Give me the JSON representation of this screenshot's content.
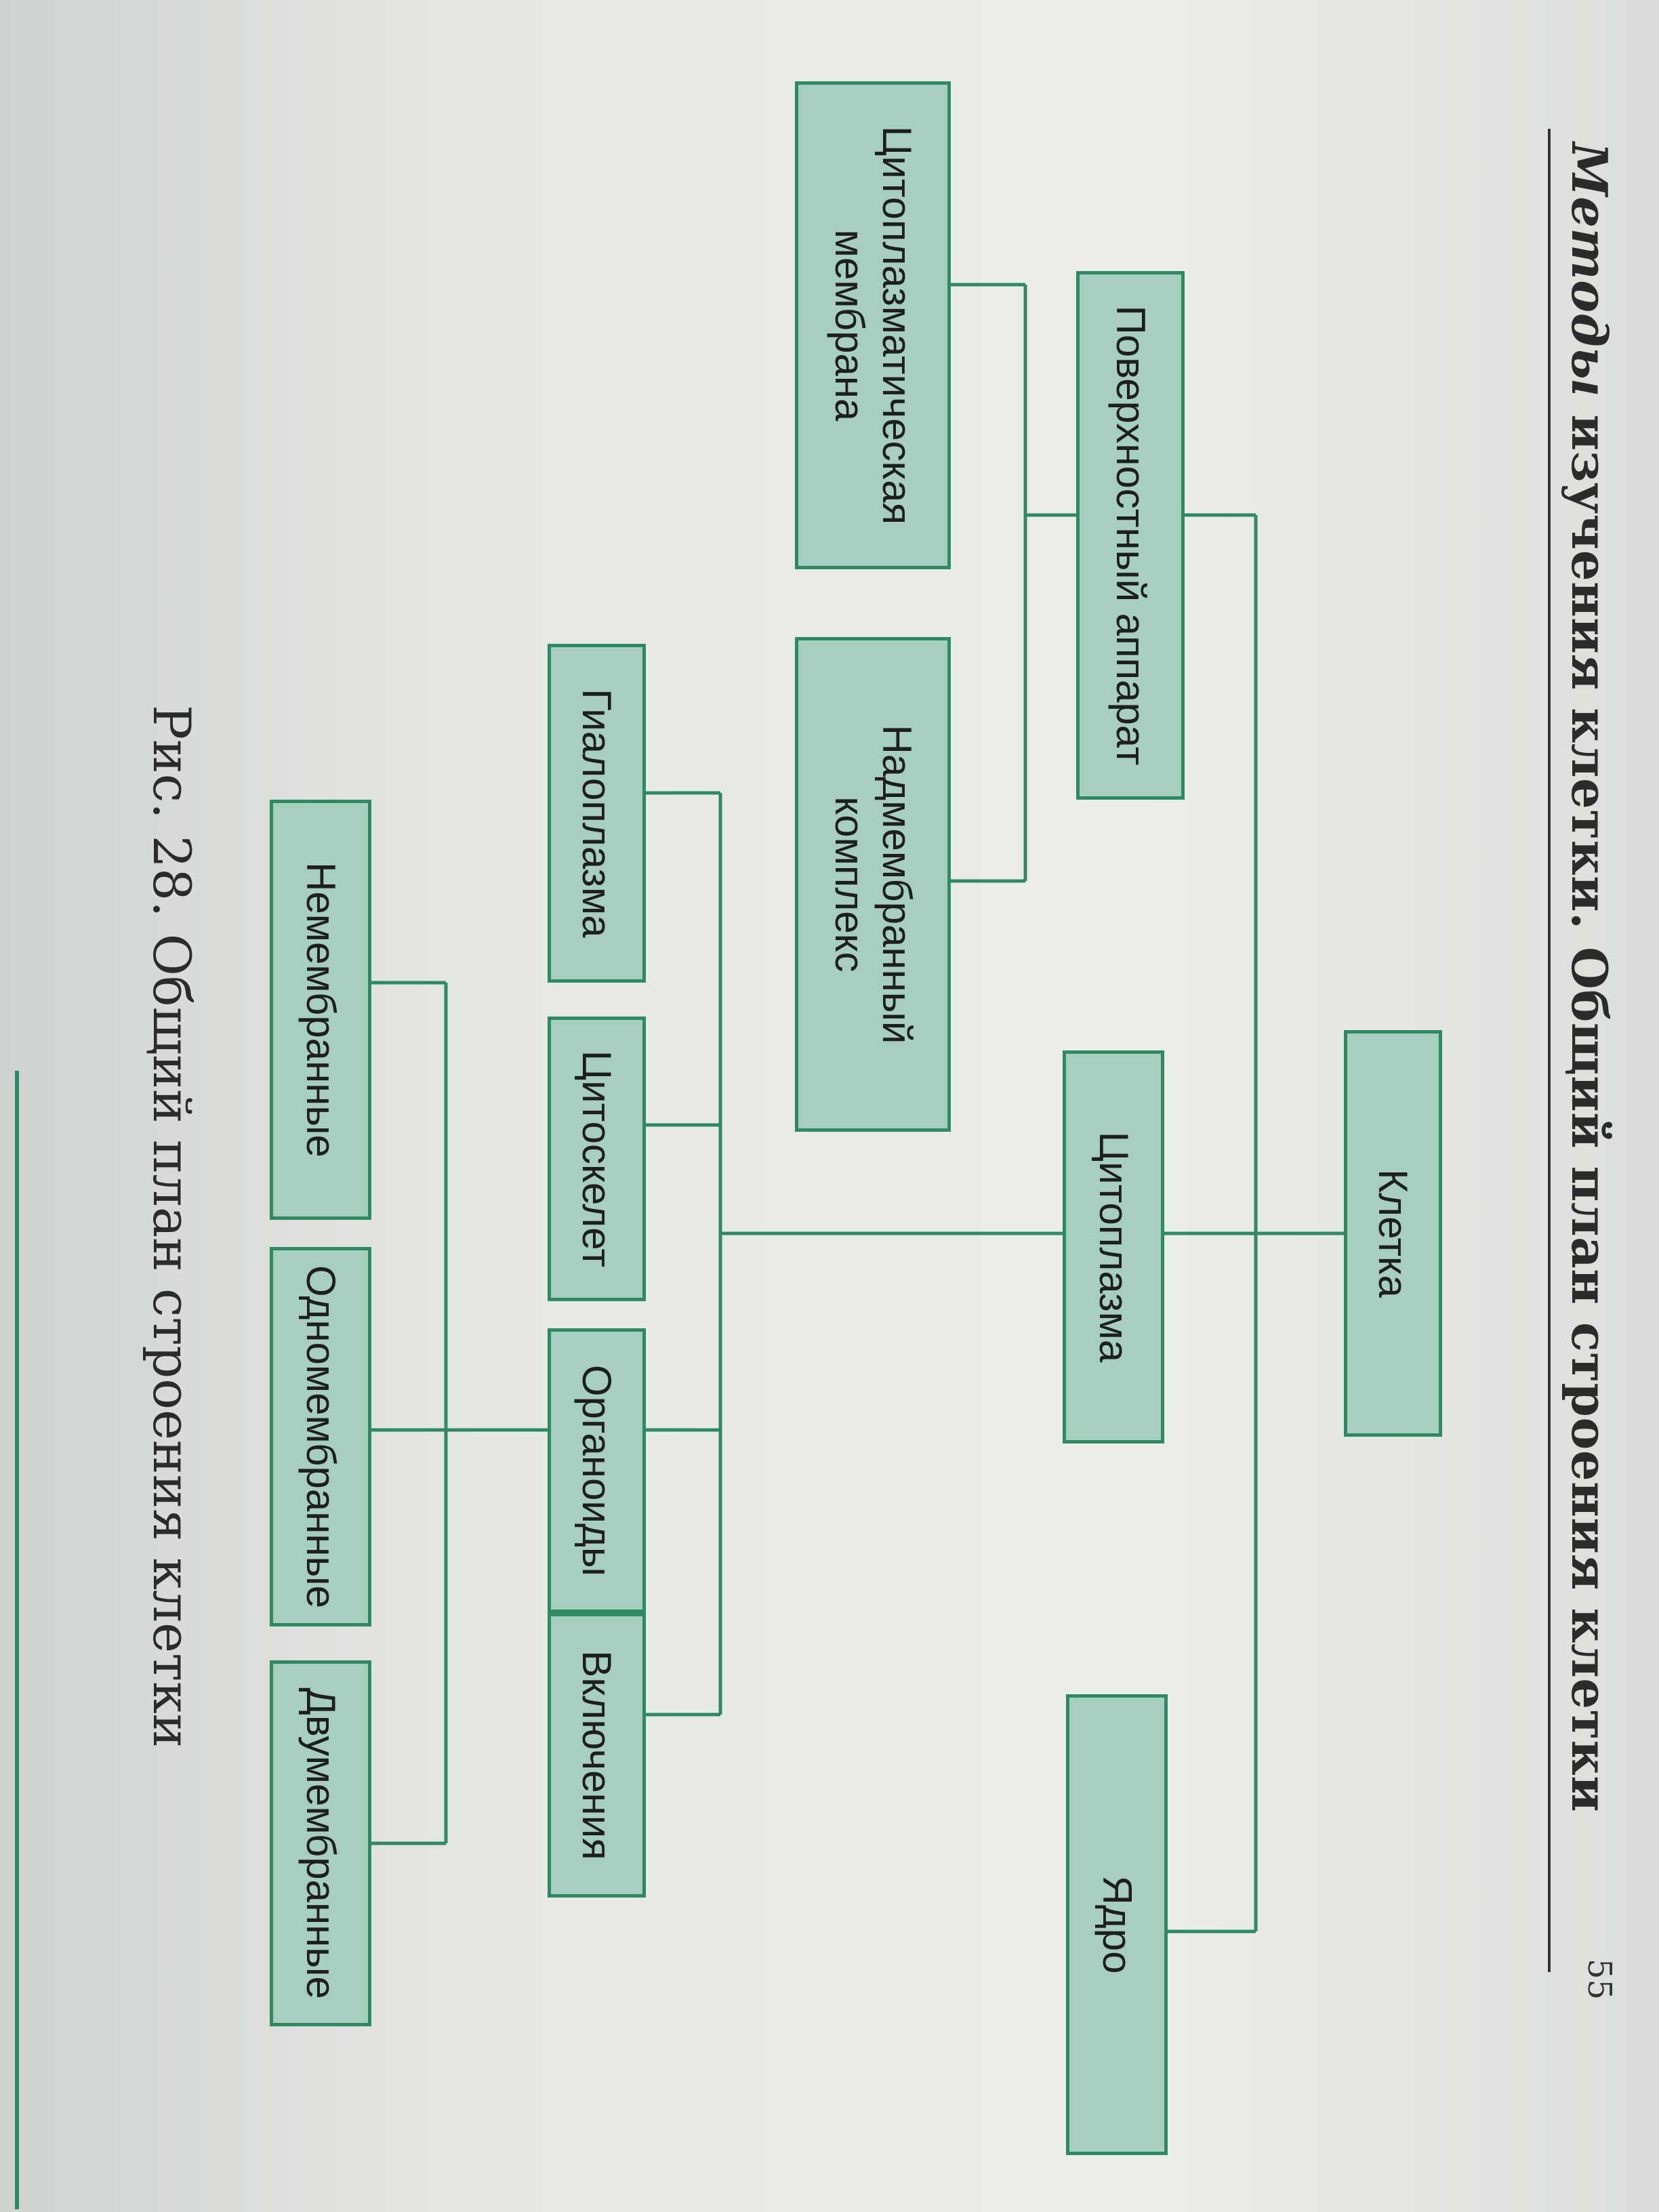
{
  "header": {
    "title_italic": "Методы",
    "title_rest": " изучения клетки. Общий план строения клетки",
    "page_number": "55"
  },
  "diagram": {
    "root": "Клетка",
    "level1": [
      "Поверхностный аппарат",
      "Цитоплазма",
      "Ядро"
    ],
    "surface_apparatus": [
      "Цитоплазматическая\nмембрана",
      "Надмембранный\nкомплекс"
    ],
    "cytoplasm": [
      "Гиалоплазма",
      "Цитоскелет",
      "Органоиды",
      "Включения"
    ],
    "organoids": [
      "Немембранные",
      "Одномембранные",
      "Двумембранные"
    ]
  },
  "caption": "Рис. 28. Общий план строения клетки",
  "colors": {
    "box_fill": "#a7cfbf",
    "box_border": "#2f8a63",
    "line": "#2f8a63"
  }
}
